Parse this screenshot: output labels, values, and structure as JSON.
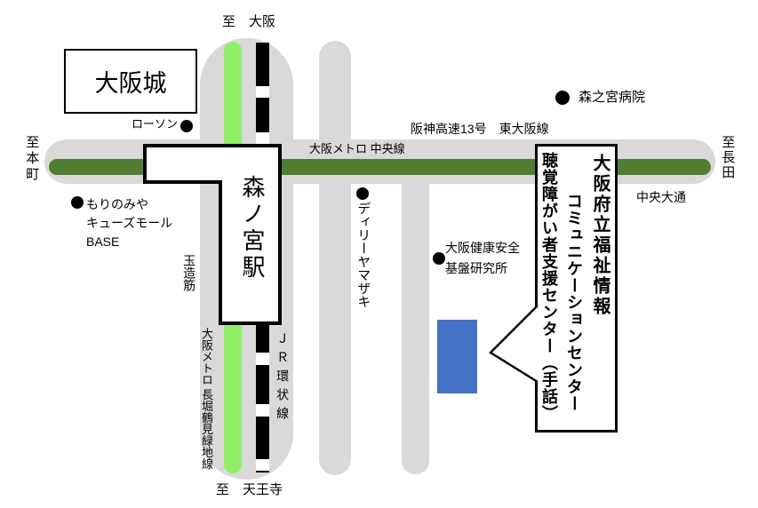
{
  "colors": {
    "road_gray": "#D9D9D9",
    "chuo_line_green": "#507D2F",
    "nagahori_line_green": "#90ED66",
    "jr_line_black": "#000000",
    "building_blue": "#4472C4"
  },
  "edges": {
    "to_osaka": "至　大阪",
    "to_tennoji": "至　天王寺",
    "to_hommachi": "至本町",
    "to_nagata": "至長田"
  },
  "roads": {
    "hanshin_expressway": "阪神高速13号　東大阪線",
    "chuo_odori": "中央大通",
    "tamatsukuri_suji": "玉造筋"
  },
  "railways": {
    "metro_chuo_line": "大阪メトロ 中央線",
    "metro_nagahori_line": "大阪メトロ 長堀鶴見緑地線",
    "jr_loop_line": "ＪＲ環状線"
  },
  "station": {
    "name": "森ノ宮駅"
  },
  "landmarks": {
    "osaka_castle": "大阪城",
    "lawson": "ローソン",
    "qs_mall_line1": "もりのみや",
    "qs_mall_line2": "キューズモール",
    "qs_mall_line3": "BASE",
    "morinomiya_hospital": "森之宮病院",
    "daily_yamazaki": "ディリーヤマザキ",
    "health_institute_line1": "大阪健康安全",
    "health_institute_line2": "基盤研究所"
  },
  "callout": {
    "line1": "大阪府立福祉情報",
    "line2": "コミュニケーションセンター",
    "line3": "聴覚障がい者支援センター（手話）"
  }
}
